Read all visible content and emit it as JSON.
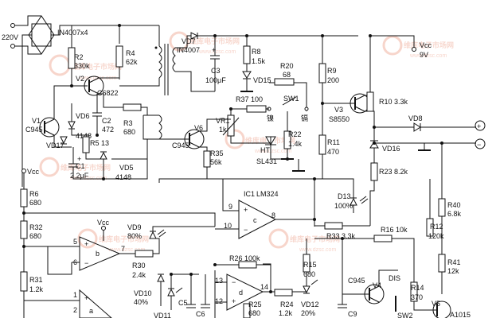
{
  "labels": {
    "ac_in": "220V",
    "bridge": "IN4007x4",
    "vcc_out": "Vcc",
    "vcc_out_v": "9V",
    "vcc_left": "Vcc",
    "vcc_mid": "Vcc",
    "plus": "+",
    "minus": "−",
    "sw1": "SW1",
    "sw2": "SW2",
    "dis": "DIS",
    "ic1": "IC1",
    "lm324": "LM324",
    "ht": "HT",
    "sl431": "SL431",
    "nickel": "镍",
    "cadmium": "镉",
    "pin9": "9",
    "pin10": "10",
    "pin8": "8",
    "pin5": "5",
    "pin6": "6",
    "pin7": "7",
    "pin1": "1",
    "pin2": "2",
    "pin12": "12",
    "pin13": "13",
    "pin14": "14",
    "opamp_b": "b",
    "opamp_c": "c",
    "opamp_d": "d",
    "opamp_a": "a"
  },
  "components": {
    "R2": [
      "R2",
      "330k"
    ],
    "R4": [
      "R4",
      "62k"
    ],
    "R3": [
      "R3",
      "680"
    ],
    "R5": [
      "R5  13"
    ],
    "R8": [
      "R8",
      "1.5k"
    ],
    "R20": [
      "R20",
      "68"
    ],
    "R37": [
      "R37  100"
    ],
    "R22": [
      "R22",
      "1.4k"
    ],
    "R35": [
      "R35",
      "56k"
    ],
    "VR1": [
      "VR1",
      "1k"
    ],
    "R9": [
      "R9",
      "200"
    ],
    "R10": [
      "R10  3.3k"
    ],
    "R11": [
      "R11",
      "470"
    ],
    "R23": [
      "R23  8.2k"
    ],
    "R6": [
      "R6",
      "680"
    ],
    "R32": [
      "R32",
      "680"
    ],
    "R31": [
      "R31",
      "1.2k"
    ],
    "R30": [
      "R30",
      "2.4k"
    ],
    "R26": [
      "R26  100k"
    ],
    "R25": [
      "R25",
      "680"
    ],
    "R24": [
      "R24",
      "1.2k"
    ],
    "R15": [
      "R15",
      "680"
    ],
    "R33": [
      "R33  3.3k"
    ],
    "R16": [
      "R16  10k"
    ],
    "R40": [
      "R40",
      "6.8k"
    ],
    "R12": [
      "R12",
      "120k"
    ],
    "R41": [
      "R41",
      "12k"
    ],
    "R14": [
      "R14",
      "370"
    ],
    "C6822": [
      "C6822"
    ],
    "C2": [
      "C2",
      "472"
    ],
    "C1": [
      "C1",
      "2.2μF"
    ],
    "C3": [
      "C3",
      "100μF"
    ],
    "C5": [
      "C5"
    ],
    "C6": [
      "C6"
    ],
    "C9": [
      "C9"
    ],
    "V1": [
      "V1",
      "C945"
    ],
    "V2": [
      "V2"
    ],
    "V3": [
      "V3",
      "S8550"
    ],
    "V4": [
      "V4"
    ],
    "V4_type": [
      "C945"
    ],
    "V5": [
      "V5"
    ],
    "V6": [
      "V6"
    ],
    "C945_v6": [
      "C945"
    ],
    "VD5": [
      "VD5",
      "4148"
    ],
    "VD6": [
      "VD6",
      "4148"
    ],
    "VD7": [
      "VD7",
      "IN4007"
    ],
    "VD8": [
      "VD8"
    ],
    "VD9": [
      "VD9",
      "80%"
    ],
    "VD10": [
      "VD10",
      "40%"
    ],
    "VD11": [
      "VD11"
    ],
    "VD12": [
      "VD12",
      "20%"
    ],
    "VD15": [
      "VD15"
    ],
    "VD16": [
      "VD16"
    ],
    "VD17": [
      "VD17"
    ],
    "D13": [
      "D13",
      "100%"
    ],
    "a1015": [
      "A1015"
    ]
  },
  "watermark": {
    "text": "维库电子市场网",
    "url": "www.dzsc.com"
  },
  "colors": {
    "ink": "#111111",
    "watermark": "#f2b9a8",
    "background": "#ffffff"
  }
}
